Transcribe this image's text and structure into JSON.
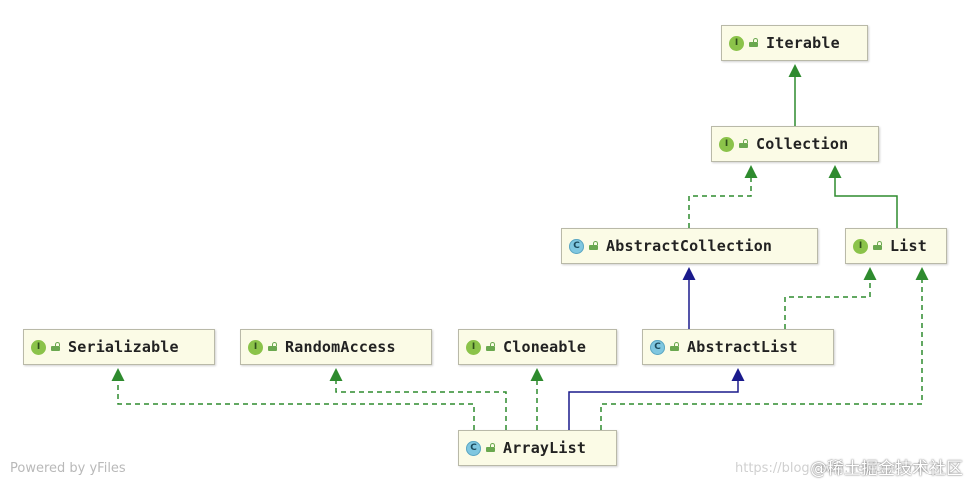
{
  "diagram": {
    "nodes": [
      {
        "id": "Iterable",
        "label": "Iterable",
        "kind": "interface",
        "kind_letter": "I"
      },
      {
        "id": "Collection",
        "label": "Collection",
        "kind": "interface",
        "kind_letter": "I"
      },
      {
        "id": "AbstractCollection",
        "label": "AbstractCollection",
        "kind": "class",
        "kind_letter": "C"
      },
      {
        "id": "List",
        "label": "List",
        "kind": "interface",
        "kind_letter": "I"
      },
      {
        "id": "Serializable",
        "label": "Serializable",
        "kind": "interface",
        "kind_letter": "I"
      },
      {
        "id": "RandomAccess",
        "label": "RandomAccess",
        "kind": "interface",
        "kind_letter": "I"
      },
      {
        "id": "Cloneable",
        "label": "Cloneable",
        "kind": "interface",
        "kind_letter": "I"
      },
      {
        "id": "AbstractList",
        "label": "AbstractList",
        "kind": "class",
        "kind_letter": "C"
      },
      {
        "id": "ArrayList",
        "label": "ArrayList",
        "kind": "class",
        "kind_letter": "C"
      }
    ],
    "edges": [
      {
        "from": "Collection",
        "to": "Iterable",
        "relation": "extends-interface"
      },
      {
        "from": "AbstractCollection",
        "to": "Collection",
        "relation": "implements"
      },
      {
        "from": "List",
        "to": "Collection",
        "relation": "extends-interface"
      },
      {
        "from": "AbstractList",
        "to": "AbstractCollection",
        "relation": "extends-class"
      },
      {
        "from": "AbstractList",
        "to": "List",
        "relation": "implements"
      },
      {
        "from": "ArrayList",
        "to": "Serializable",
        "relation": "implements"
      },
      {
        "from": "ArrayList",
        "to": "RandomAccess",
        "relation": "implements"
      },
      {
        "from": "ArrayList",
        "to": "Cloneable",
        "relation": "implements"
      },
      {
        "from": "ArrayList",
        "to": "AbstractList",
        "relation": "extends-class"
      },
      {
        "from": "ArrayList",
        "to": "List",
        "relation": "implements"
      }
    ]
  },
  "colors": {
    "interface_edge": "#2e8b2e",
    "class_edge": "#1a1a8c",
    "node_fill": "#fbfbe6",
    "interface_badge": "#8bc34a",
    "class_badge": "#7fc7e0"
  },
  "icons": {
    "interface_badge": "interface-badge-icon",
    "class_badge": "class-badge-icon",
    "visibility": "public-lock-icon"
  },
  "footer": {
    "powered_by": "Powered by yFiles",
    "watermark_url": "https://blog.csdn.net/Dulumiu_X",
    "watermark_brand": "@稀土掘金技术社区"
  }
}
